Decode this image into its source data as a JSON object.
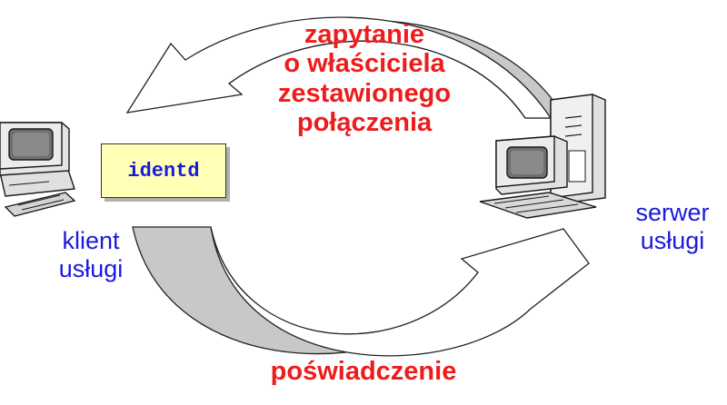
{
  "labels": {
    "query": [
      "zapytanie",
      "o właściciela",
      "zestawionego",
      "połączenia"
    ],
    "attestation": "poświadczenie",
    "client": [
      "klient",
      "usługi"
    ],
    "server": [
      "serwer",
      "usługi"
    ],
    "daemon": "identd"
  },
  "colors": {
    "red_label": "#ee1c1c",
    "blue_label": "#1a1adc",
    "arrow_fill": "#ffffff",
    "arrow_shade": "#c8c8c8",
    "daemon_box": "#ffffb6"
  },
  "icons": {
    "client": "desktop-computer-icon",
    "server": "tower-computer-icon"
  }
}
